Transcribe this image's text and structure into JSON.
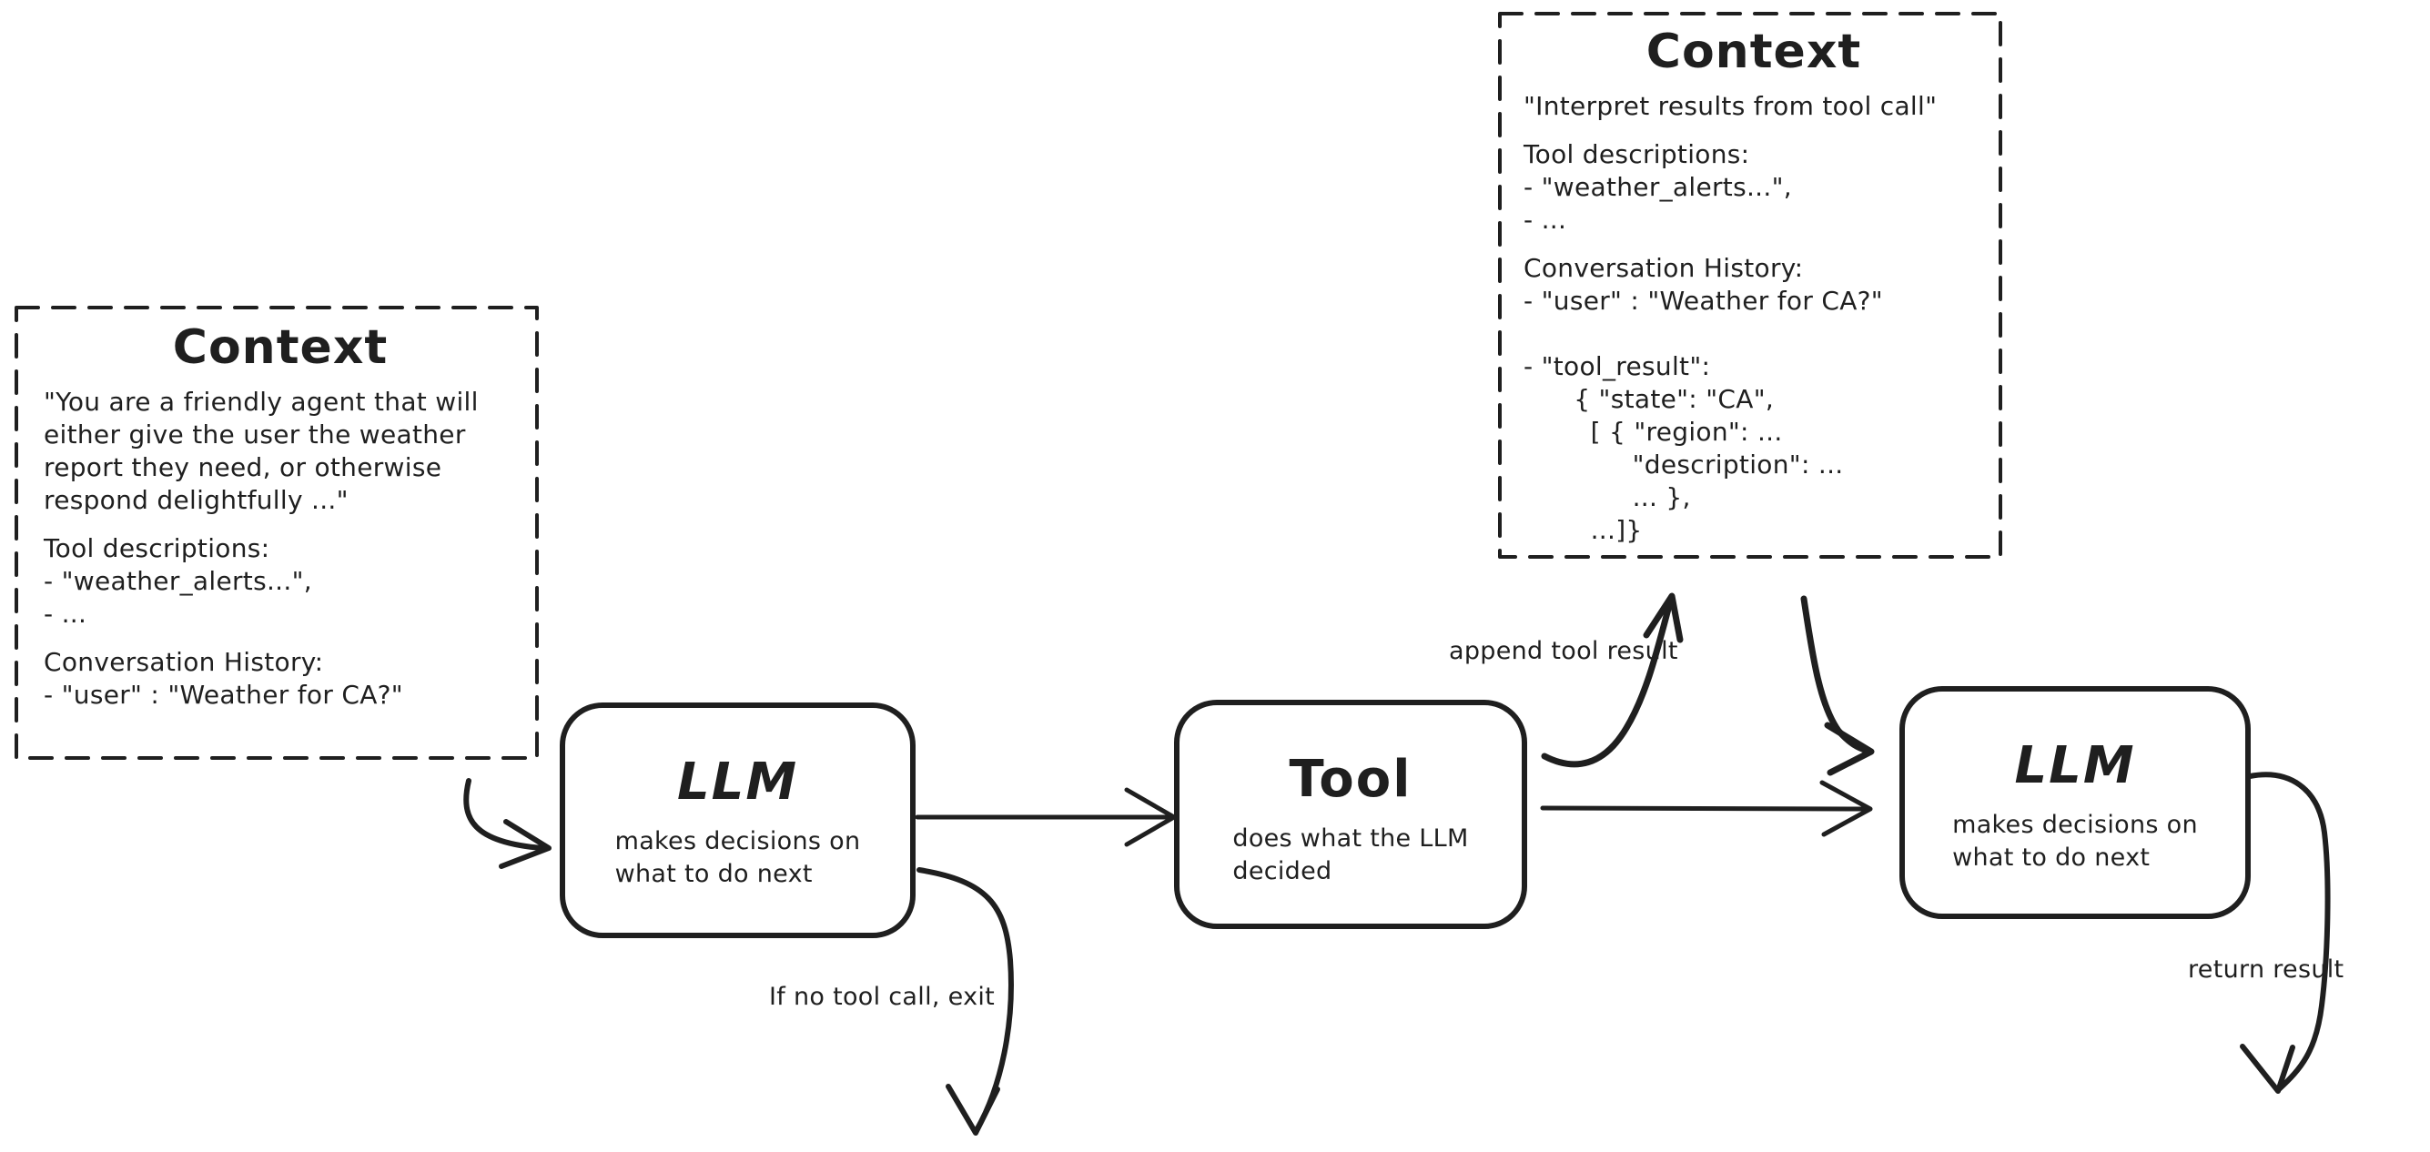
{
  "colors": {
    "ink": "#1f1f1f",
    "background": "#ffffff"
  },
  "context_left": {
    "title": "Context",
    "paragraphs": [
      [
        "\"You are a friendly agent that will",
        "either give the user the weather",
        "report they need, or otherwise",
        "respond delightfully ...\""
      ],
      [
        "Tool descriptions:",
        "- \"weather_alerts...\",",
        "- ..."
      ],
      [
        "Conversation History:",
        "- \"user\" : \"Weather for CA?\""
      ]
    ]
  },
  "context_top_right": {
    "title": "Context",
    "paragraphs": [
      [
        "\"Interpret results from tool call\""
      ],
      [
        "Tool descriptions:",
        "- \"weather_alerts...\",",
        "- ..."
      ],
      [
        "Conversation History:",
        "- \"user\" : \"Weather for CA?\"",
        "",
        "- \"tool_result\":",
        "      { \"state\": \"CA\",",
        "        [ { \"region\": ...",
        "             \"description\": ...",
        "             ... },",
        "        ...]}"
      ]
    ]
  },
  "nodes": {
    "llm1": {
      "title": "LLM",
      "subtitle": [
        "makes decisions on",
        "what to do next"
      ]
    },
    "tool": {
      "title": "Tool",
      "subtitle": [
        "does what the LLM",
        "decided"
      ]
    },
    "llm2": {
      "title": "LLM",
      "subtitle": [
        "makes decisions on",
        "what to do next"
      ]
    }
  },
  "edge_labels": {
    "append_tool_result": "append tool result",
    "if_no_tool_call_exit": "If no tool call, exit",
    "return_result": "return result"
  }
}
